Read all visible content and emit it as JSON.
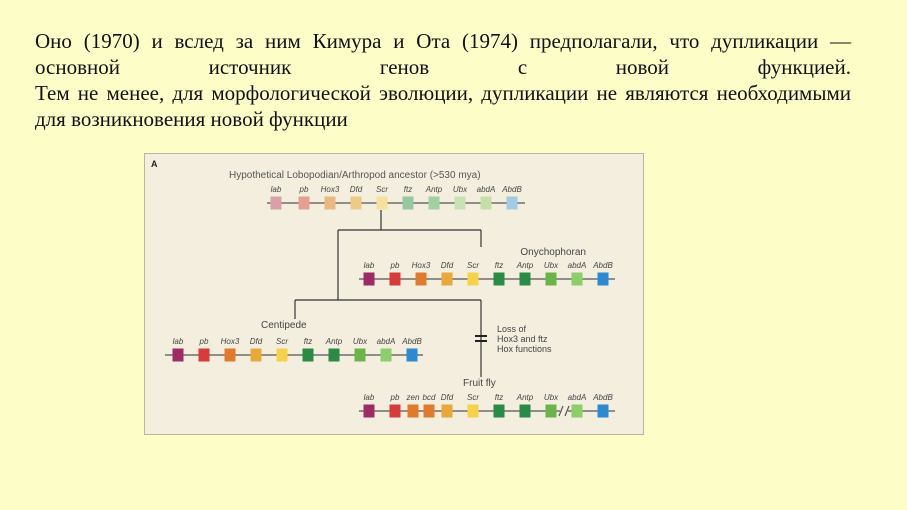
{
  "slide": {
    "paragraph1": "Оно (1970) и вслед за ним Кимура и Ота (1974) предполагали, что дупликации — основной источник генов с новой функцией.",
    "paragraph2": "Тем не менее, для морфологической эволюции, дупликации не являются необходимыми для возникновения новой функции"
  },
  "figure": {
    "panel_label": "A",
    "ancestor": {
      "title": "Hypothetical Lobopodian/Arthropod ancestor (>530 mya)",
      "genes": [
        {
          "label": "lab",
          "color": "#d9a0a9"
        },
        {
          "label": "pb",
          "color": "#e6a090"
        },
        {
          "label": "Hox3",
          "color": "#eab882"
        },
        {
          "label": "Dfd",
          "color": "#efca86"
        },
        {
          "label": "Scr",
          "color": "#f5e0a0"
        },
        {
          "label": "ftz",
          "color": "#98c8a2"
        },
        {
          "label": "Antp",
          "color": "#a2d0a2"
        },
        {
          "label": "Ubx",
          "color": "#c8e2b4"
        },
        {
          "label": "abdA",
          "color": "#c4e0a8"
        },
        {
          "label": "AbdB",
          "color": "#a2cbe4"
        }
      ]
    },
    "onychophoran": {
      "title": "Onychophoran",
      "genes": [
        {
          "label": "lab",
          "color": "#9e2a66"
        },
        {
          "label": "pb",
          "color": "#d93a3a"
        },
        {
          "label": "Hox3",
          "color": "#e07a2c"
        },
        {
          "label": "Dfd",
          "color": "#e8a83a"
        },
        {
          "label": "Scr",
          "color": "#f5d248"
        },
        {
          "label": "ftz",
          "color": "#2a8a46"
        },
        {
          "label": "Antp",
          "color": "#2a8a46"
        },
        {
          "label": "Ubx",
          "color": "#6ab44a"
        },
        {
          "label": "abdA",
          "color": "#8ccf6a"
        },
        {
          "label": "AbdB",
          "color": "#2a8ad4"
        }
      ]
    },
    "centipede": {
      "title": "Centipede",
      "genes": [
        {
          "label": "lab",
          "color": "#9e2a66"
        },
        {
          "label": "pb",
          "color": "#d93a3a"
        },
        {
          "label": "Hox3",
          "color": "#e07a2c"
        },
        {
          "label": "Dfd",
          "color": "#e8a83a"
        },
        {
          "label": "Scr",
          "color": "#f5d248"
        },
        {
          "label": "ftz",
          "color": "#2a8a46"
        },
        {
          "label": "Antp",
          "color": "#2a8a46"
        },
        {
          "label": "Ubx",
          "color": "#6ab44a"
        },
        {
          "label": "abdA",
          "color": "#8ccf6a"
        },
        {
          "label": "AbdB",
          "color": "#2a8ad4"
        }
      ]
    },
    "loss_note": [
      "Loss of",
      "Hox3 and ftz",
      "Hox functions"
    ],
    "fruit_fly": {
      "title": "Fruit fly",
      "genes": [
        {
          "label": "lab",
          "color": "#9e2a66"
        },
        {
          "label": "pb",
          "color": "#d93a3a"
        },
        {
          "label": "zen",
          "color": "#e07a2c"
        },
        {
          "label": "bcd",
          "color": "#e07a2c"
        },
        {
          "label": "Dfd",
          "color": "#e8a83a"
        },
        {
          "label": "Scr",
          "color": "#f5d248"
        },
        {
          "label": "ftz",
          "color": "#2a8a46"
        },
        {
          "label": "Antp",
          "color": "#2a8a46"
        },
        {
          "label": "Ubx",
          "color": "#6ab44a"
        },
        {
          "label": "abdA",
          "color": "#8ccf6a"
        },
        {
          "label": "AbdB",
          "color": "#2a8ad4"
        }
      ]
    }
  }
}
